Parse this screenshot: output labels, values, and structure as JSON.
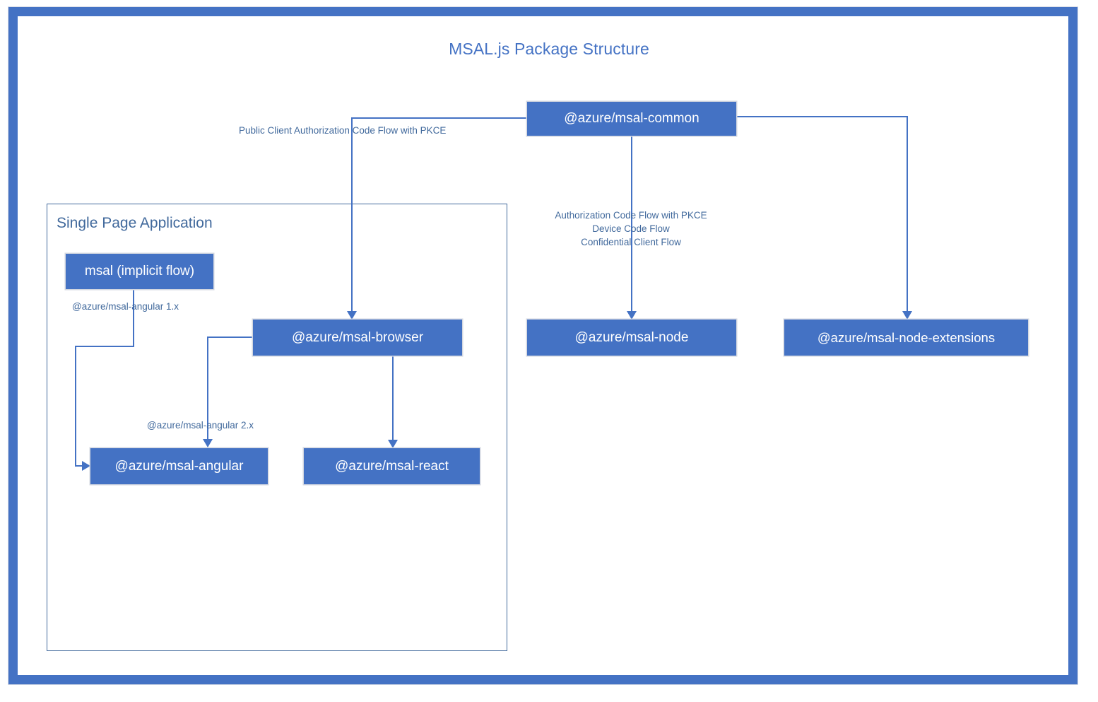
{
  "diagram": {
    "title": "MSAL.js Package Structure",
    "colors": {
      "node_fill": "#4472C4",
      "node_text": "#ffffff",
      "frame": "#4472C4",
      "label_text": "#41699c",
      "title_text": "#4472C4",
      "background": "#ffffff"
    }
  },
  "groups": [
    {
      "id": "spa",
      "label": "Single Page Application"
    }
  ],
  "nodes": [
    {
      "id": "msal-common",
      "label": "@azure/msal-common"
    },
    {
      "id": "msal-implicit",
      "label": "msal (implicit flow)"
    },
    {
      "id": "msal-browser",
      "label": "@azure/msal-browser"
    },
    {
      "id": "msal-node",
      "label": "@azure/msal-node"
    },
    {
      "id": "msal-node-ext",
      "label": "@azure/msal-node-extensions"
    },
    {
      "id": "msal-angular",
      "label": "@azure/msal-angular"
    },
    {
      "id": "msal-react",
      "label": "@azure/msal-react"
    }
  ],
  "edge_labels": {
    "common_to_browser": "Public Client Authorization Code Flow with PKCE",
    "common_to_node_line1": "Authorization Code Flow with PKCE",
    "common_to_node_line2": "Device Code Flow",
    "common_to_node_line3": "Confidential Client Flow",
    "implicit_to_angular": "@azure/msal-angular 1.x",
    "browser_to_angular": "@azure/msal-angular 2.x"
  }
}
